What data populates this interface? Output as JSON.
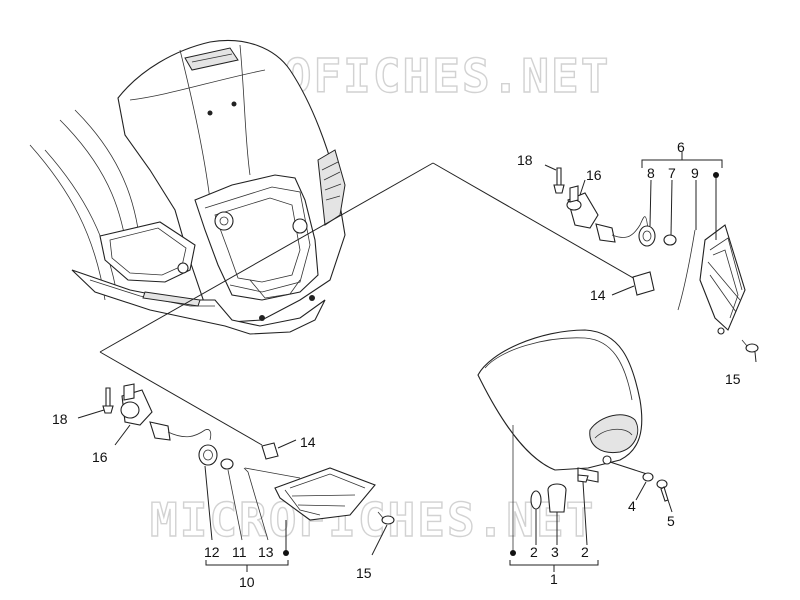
{
  "watermark": "MICROFICHES.NET",
  "callouts": {
    "c1": "1",
    "c2a": "2",
    "c2b": "2",
    "c3": "3",
    "c4": "4",
    "c5": "5",
    "c6": "6",
    "c7": "7",
    "c8": "8",
    "c9": "9",
    "c10": "10",
    "c11": "11",
    "c12": "12",
    "c13": "13",
    "c14a": "14",
    "c14b": "14",
    "c15a": "15",
    "c15b": "15",
    "c16a": "16",
    "c16b": "16",
    "c18a": "18",
    "c18b": "18"
  }
}
